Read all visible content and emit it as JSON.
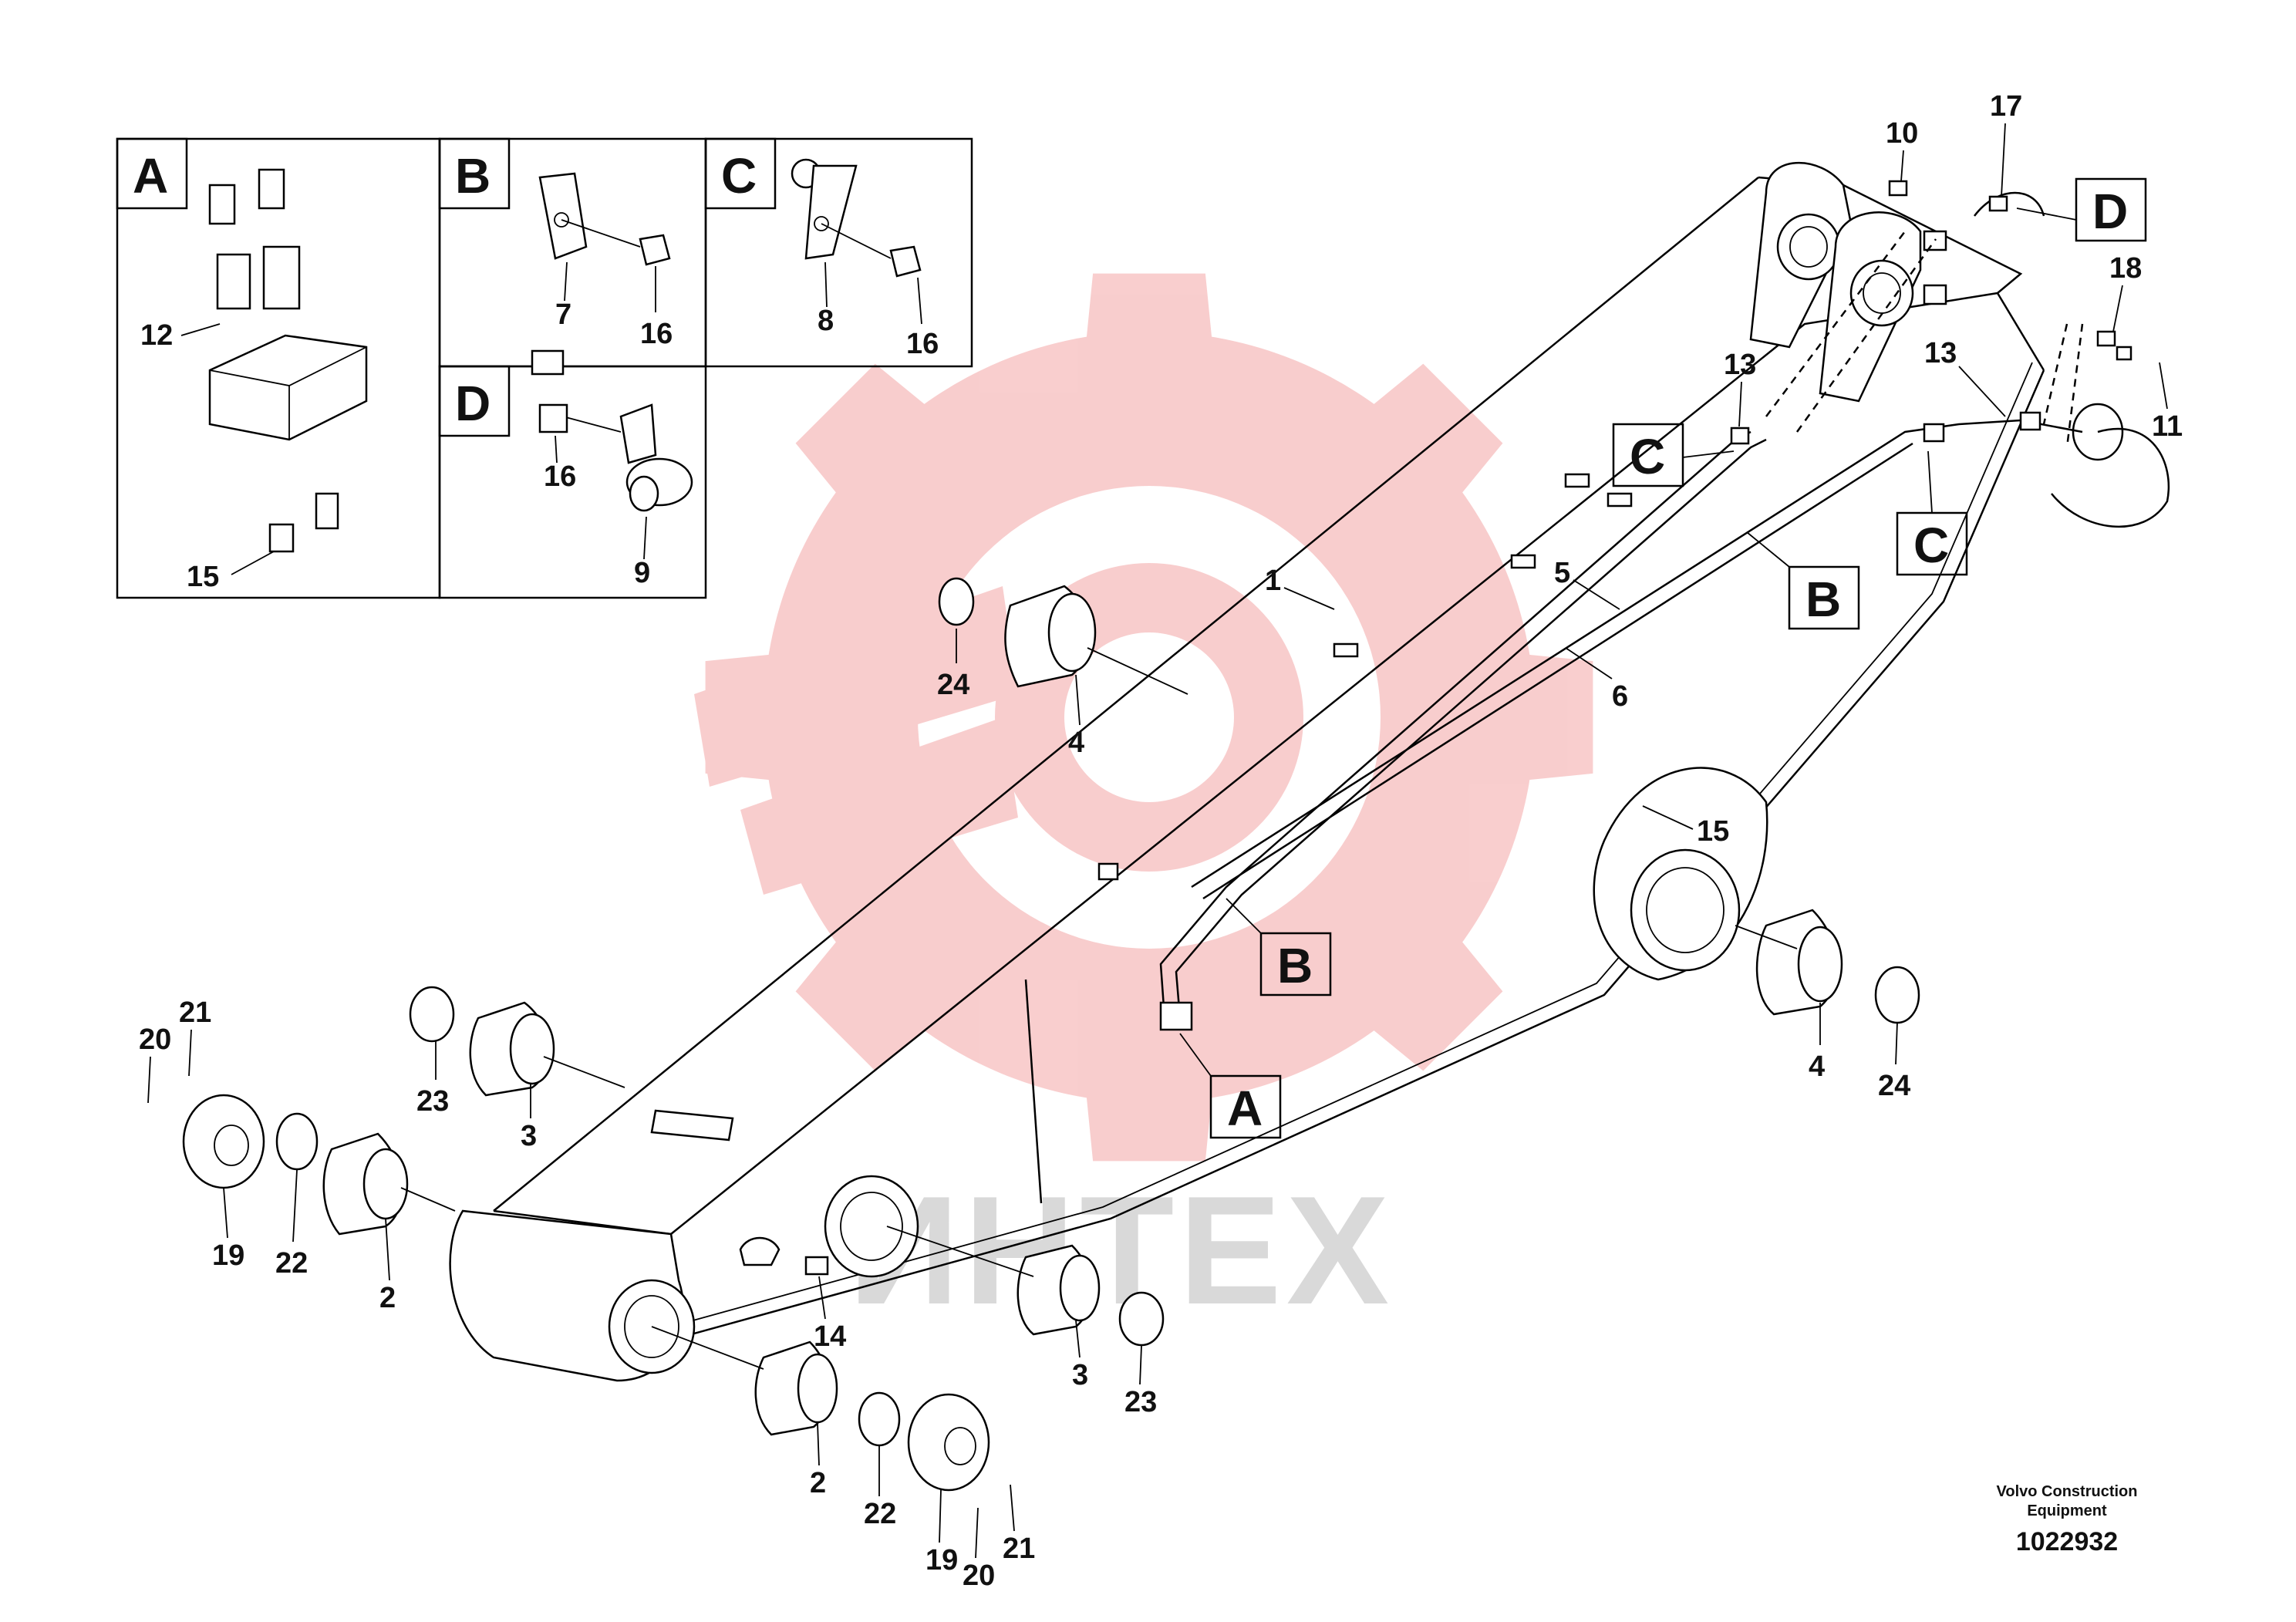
{
  "diagram": {
    "panels": [
      {
        "letter": "A",
        "labels": [
          "12",
          "15"
        ]
      },
      {
        "letter": "B",
        "labels": [
          "7",
          "16"
        ]
      },
      {
        "letter": "C",
        "labels": [
          "8",
          "16"
        ]
      },
      {
        "letter": "D",
        "labels": [
          "16",
          "9"
        ]
      }
    ],
    "callout_boxes": [
      "D",
      "C",
      "C",
      "B",
      "B",
      "A"
    ],
    "part_labels": [
      "10",
      "17",
      "18",
      "11",
      "13",
      "13",
      "1",
      "5",
      "6",
      "24",
      "4",
      "15",
      "4",
      "24",
      "21",
      "20",
      "23",
      "3",
      "19",
      "22",
      "2",
      "14",
      "3",
      "23",
      "2",
      "22",
      "19",
      "20",
      "21"
    ],
    "watermark": "ИНТЕХ",
    "credit_line1": "Volvo Construction",
    "credit_line2": "Equipment",
    "doc_number": "1022932",
    "colors": {
      "watermark_gear": "#f4a6a6",
      "watermark_text": "#d9d9d9",
      "line": "#000000"
    }
  }
}
